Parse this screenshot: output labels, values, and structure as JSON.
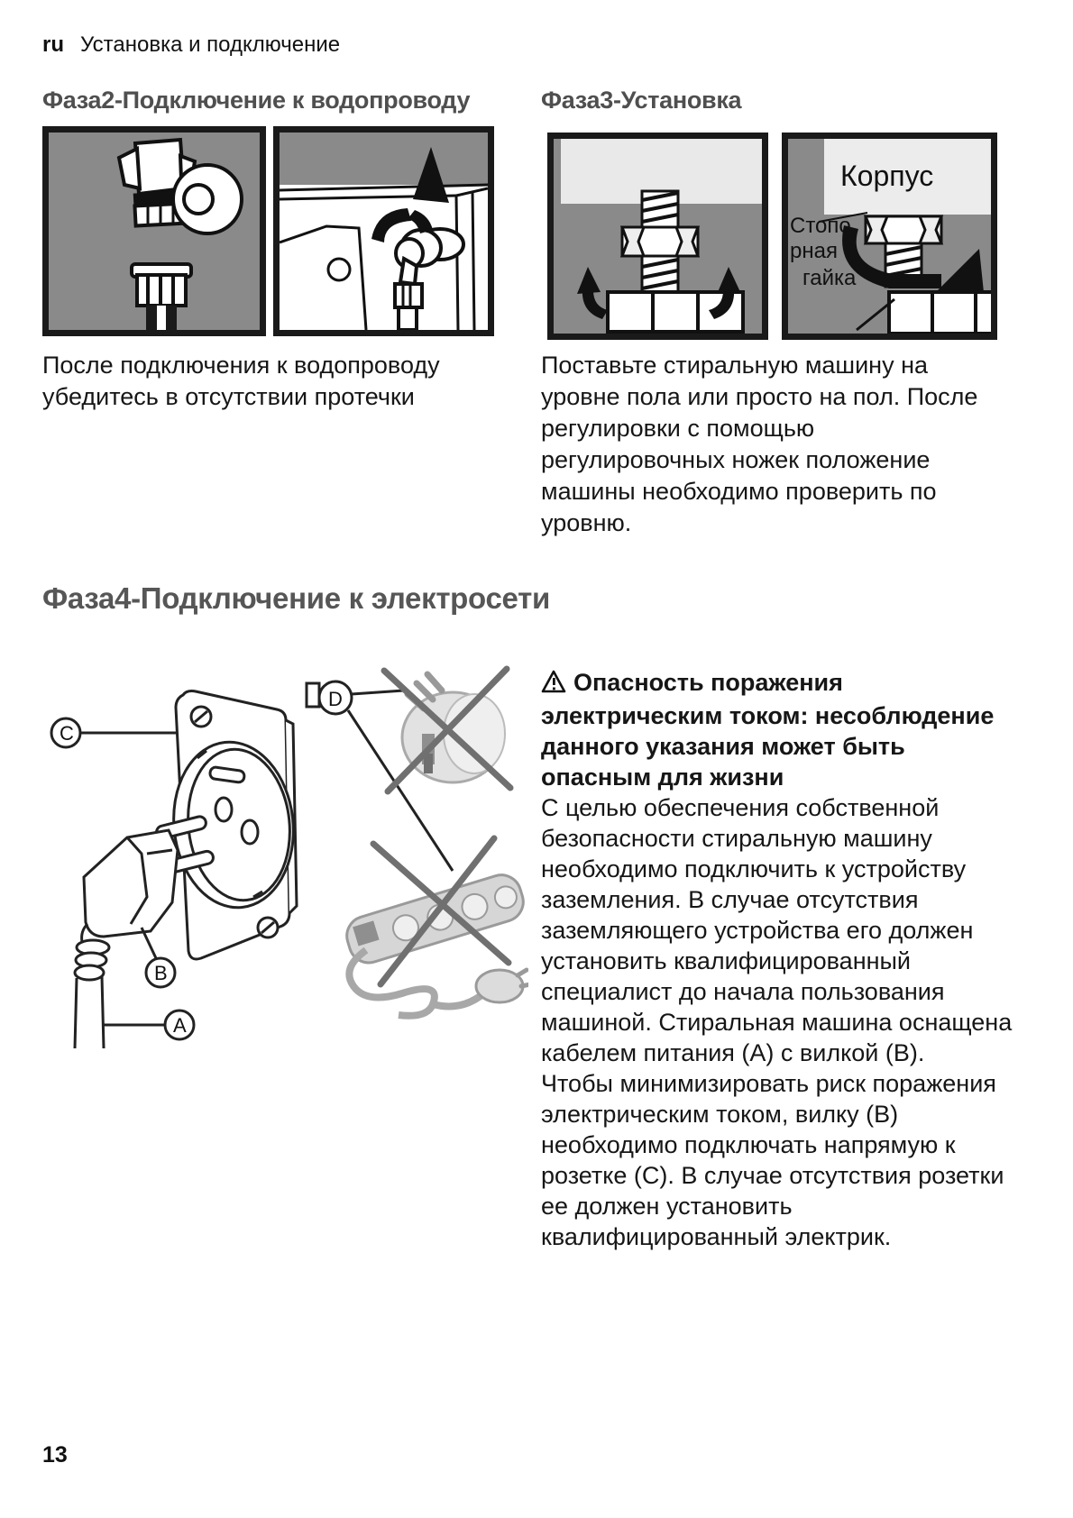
{
  "page": {
    "lang_tag": "ru",
    "header_title": "Установка и подключение",
    "page_number": "13"
  },
  "colors": {
    "section_heading": "#4f4f4f",
    "big_heading": "#565656",
    "body_text": "#161616",
    "image_background": "#8a8a8a",
    "light_panel": "#e9e9e9",
    "frame_border": "#1a1a1a"
  },
  "phase2": {
    "heading": "Фаза2-Подключение к водопроводу",
    "caption": "После подключения к водопроводу\nубедитесь в отсутствии протечки"
  },
  "phase3": {
    "heading": "Фаза3-Установка",
    "caption": "Поставьте стиральную машину на\nуровне пола или просто на пол. После\nрегулировки с помощью\nрегулировочных ножек положение\nмашины необходимо проверить по\nуровню.",
    "labels": {
      "housing": "Корпус",
      "locknut_line1": "Стопо",
      "locknut_line2": "рная",
      "locknut_line3": "гайка"
    }
  },
  "phase4": {
    "heading": "Фаза4-Подключение к электросети",
    "warning_icon": "warning-triangle-icon",
    "warning_title": "Опасность поражения\nэлектрическим током: несоблюдение\nданного указания может быть\nопасным для жизни",
    "para1": "С целью обеспечения собственной\nбезопасности стиральную машину\nнеобходимо подключить к устройству\nзаземления. В случае отсутствия\nзаземляющего устройства его должен\nустановить квалифицированный\nспециалист до начала пользования\nмашиной. Стиральная машина оснащена\nкабелем питания (А) с вилкой (В).",
    "para2": "Чтобы минимизировать риск поражения\nэлектрическим током, вилку (В)\nнеобходимо подключать напрямую к\nрозетке (С). В случае отсутствия розетки\nее должен установить\nквалифицированный электрик.",
    "labels": {
      "a": "A",
      "b": "B",
      "c": "C",
      "d": "D"
    }
  }
}
